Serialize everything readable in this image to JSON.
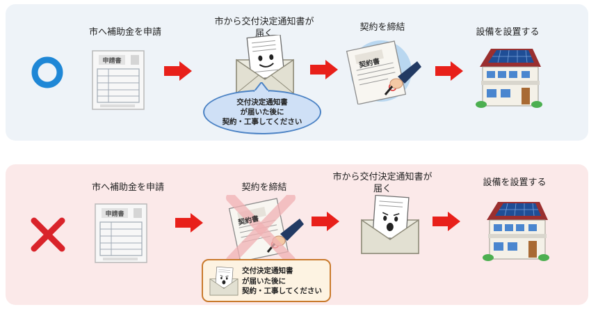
{
  "correct_flow": {
    "mark": "circle",
    "steps": [
      {
        "label_lines": [
          "市へ補助金を申請"
        ],
        "icon": "application-form-icon"
      },
      {
        "label_lines": [
          "市から交付決定通知書が",
          "届く"
        ],
        "icon": "envelope-letter-icon"
      },
      {
        "label_lines": [
          "契約を締結"
        ],
        "icon": "contract-signing-icon"
      },
      {
        "label_lines": [
          "設備を設置する"
        ],
        "icon": "solar-house-icon"
      }
    ],
    "note_lines": [
      "交付決定通知書",
      "が届いた後に",
      "契約・工事してください"
    ]
  },
  "incorrect_flow": {
    "mark": "cross",
    "steps": [
      {
        "label_lines": [
          "市へ補助金を申請"
        ],
        "icon": "application-form-icon"
      },
      {
        "label_lines": [
          "契約を締結"
        ],
        "icon": "contract-signing-icon"
      },
      {
        "label_lines": [
          "市から交付決定通知書が",
          "届く"
        ],
        "icon": "envelope-letter-icon"
      },
      {
        "label_lines": [
          "設備を設置する"
        ],
        "icon": "solar-house-icon"
      }
    ],
    "note_lines": [
      "交付決定通知書",
      "が届いた後に",
      "契約・工事してください"
    ]
  },
  "document_texts": {
    "application_form": "申請書",
    "contract": "契約書"
  },
  "colors": {
    "good_panel": "#eef3f8",
    "bad_panel": "#fbe9e9",
    "circle_mark": "#1f87d6",
    "cross_mark": "#d9232a",
    "arrow": "#e8201a"
  }
}
